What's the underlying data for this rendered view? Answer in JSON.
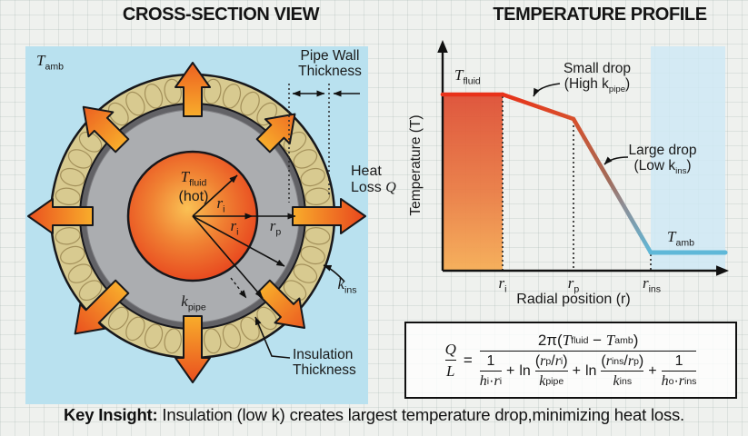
{
  "titles": {
    "left": "CROSS-SECTION VIEW",
    "right": "TEMPERATURE PROFILE"
  },
  "colors": {
    "panel_blue": "#b9e1ef",
    "chart_band_blue": "#cfe9f4",
    "insulation_tan": "#d8ca90",
    "insulation_fiber": "#a3905a",
    "pipe_gray": "#abadb0",
    "dark_ring": "#626266",
    "fluid_center": "#fac154",
    "fluid_edge": "#e73f1c",
    "arrow_tail": "#f9b32c",
    "arrow_head": "#e8431d",
    "curve_red": "#e8321a",
    "curve_blue": "#5fb8d8",
    "ink": "#1a1a1a"
  },
  "cross_section": {
    "ambient": {
      "base": "T",
      "sub": "amb"
    },
    "fluid": {
      "base": "T",
      "sub": "fluid",
      "note": "(hot)"
    },
    "r_inner_1": {
      "base": "r",
      "sub": "i"
    },
    "r_inner_2": {
      "base": "r",
      "sub": "i"
    },
    "r_pipe": {
      "base": "r",
      "sub": "p"
    },
    "k_pipe": {
      "base": "k",
      "sub": "pipe"
    },
    "k_ins": {
      "base": "k",
      "sub": "ins"
    },
    "pipe_wall_line1": "Pipe Wall",
    "pipe_wall_line2": "Thickness",
    "heat_loss_line1": "Heat",
    "heat_loss_line2": "Loss ",
    "heat_loss_q": "Q",
    "insulation_line1": "Insulation",
    "insulation_line2": "Thickness"
  },
  "chart": {
    "y_axis_label": "Temperature (T)",
    "x_axis_label": "Radial position (r)",
    "t_fluid": {
      "base": "T",
      "sub": "fluid"
    },
    "t_amb": {
      "base": "T",
      "sub": "amb"
    },
    "tick_ri": {
      "base": "r",
      "sub": "i"
    },
    "tick_rp": {
      "base": "r",
      "sub": "p"
    },
    "tick_rins": {
      "base": "r",
      "sub": "ins"
    },
    "ann_small_1": "Small drop",
    "ann_small_2a": "(High k",
    "ann_small_2sub": "pipe",
    "ann_small_2b": ")",
    "ann_large_1": "Large drop",
    "ann_large_2a": "(Low k",
    "ann_large_2sub": "ins",
    "ann_large_2b": ")"
  },
  "chart_data": {
    "type": "line",
    "title": "TEMPERATURE PROFILE",
    "xlabel": "Radial position (r)",
    "ylabel": "Temperature (T)",
    "x_tick_labels": [
      "ri",
      "rp",
      "rins"
    ],
    "x_tick_positions_frac": [
      0.21,
      0.46,
      0.73
    ],
    "levels": {
      "T_fluid": 1.0,
      "T_amb": 0.1
    },
    "series": [
      {
        "name": "temperature-profile",
        "points_frac": [
          {
            "x": 0.0,
            "y": 1.0
          },
          {
            "x": 0.21,
            "y": 1.0
          },
          {
            "x": 0.46,
            "y": 0.86
          },
          {
            "x": 0.73,
            "y": 0.1
          },
          {
            "x": 1.0,
            "y": 0.1
          }
        ]
      }
    ],
    "annotations": [
      "Small drop (High kpipe)",
      "Large drop (Low kins)"
    ],
    "shaded_regions": [
      {
        "from_x_frac": 0.0,
        "to_x_frac": 0.21,
        "style": "red-orange gradient (hot fluid)"
      },
      {
        "from_x_frac": 0.73,
        "to_x_frac": 1.0,
        "style": "light blue (ambient)"
      }
    ],
    "grid": false,
    "legend": false
  },
  "formula": {
    "lhs_num": "Q",
    "lhs_den": "L",
    "equals": "=",
    "num_pre": "2π(",
    "num_T1": "T",
    "num_T1sub": "fluid",
    "num_minus": " − ",
    "num_T2": "T",
    "num_T2sub": "amb",
    "num_post": ")",
    "plus": "+",
    "ln": "ln",
    "t1_num": "1",
    "t1_h": "h",
    "t1_hsub": "i",
    "t1_dot": "·",
    "t1_r": "r",
    "t1_rsub": "i",
    "t2_pre": "(",
    "t2_r1": "r",
    "t2_r1sub": "p",
    "t2_slash": "/",
    "t2_r2": "r",
    "t2_r2sub": "i",
    "t2_post": ")",
    "t2_k": "k",
    "t2_ksub": "pipe",
    "t3_pre": "(",
    "t3_r1": "r",
    "t3_r1sub": "ins",
    "t3_slash": "/",
    "t3_r2": "r",
    "t3_r2sub": "p",
    "t3_post": ")",
    "t3_k": "k",
    "t3_ksub": "ins",
    "t4_num": "1",
    "t4_h": "h",
    "t4_hsub": "o",
    "t4_dot": "·",
    "t4_r": "r",
    "t4_rsub": "ins"
  },
  "key_insight": {
    "label": "Key Insight:",
    "text": " Insulation (low k) creates largest temperature drop,minimizing heat loss."
  }
}
